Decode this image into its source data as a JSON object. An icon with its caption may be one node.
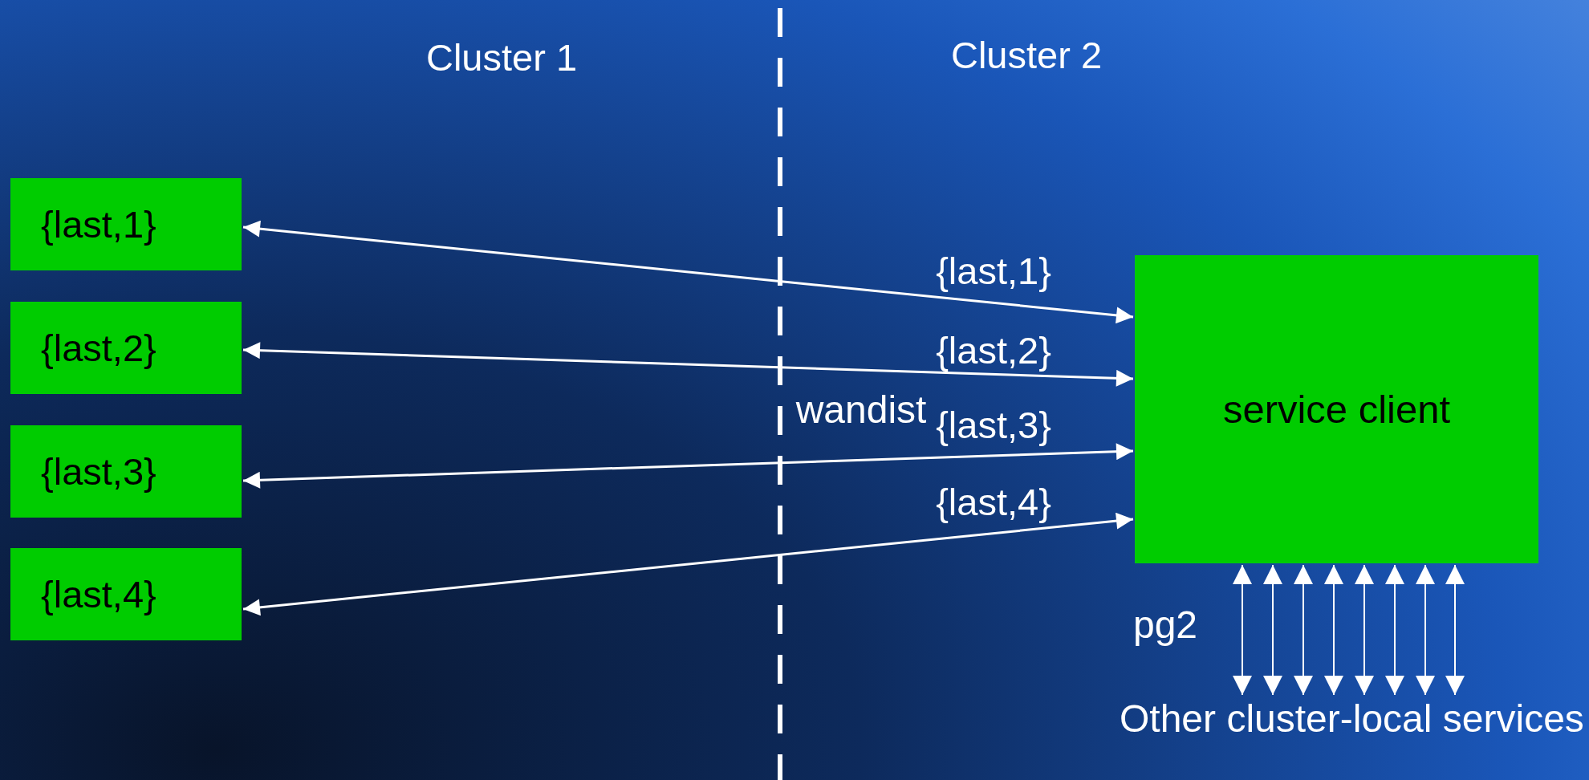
{
  "diagram": {
    "nodes": [
      {
        "text": [
          "{last,1}"
        ]
      },
      {
        "text": [
          "{last,2}"
        ]
      },
      {
        "text": [
          "{last,3}"
        ]
      },
      {
        "text": [
          "{last,4}"
        ]
      },
      {
        "text": [
          "service client"
        ]
      },
      {
        "text": [
          "Other cluster-local services"
        ]
      }
    ],
    "edges": [
      {
        "from": 0,
        "to": 4,
        "arrow": "both",
        "label": "{last,1}"
      },
      {
        "from": 1,
        "to": 4,
        "arrow": "both",
        "label": "{last,2}"
      },
      {
        "from": 2,
        "to": 4,
        "arrow": "both",
        "label": "{last,3}"
      },
      {
        "from": 3,
        "to": 4,
        "arrow": "both",
        "label": "{last,4}"
      },
      {
        "from": 4,
        "to": 5,
        "arrow": "both"
      },
      {
        "from": 4,
        "to": 5,
        "arrow": "both"
      },
      {
        "from": 4,
        "to": 5,
        "arrow": "both"
      },
      {
        "from": 4,
        "to": 5,
        "arrow": "both"
      },
      {
        "from": 4,
        "to": 5,
        "arrow": "both"
      },
      {
        "from": 4,
        "to": 5,
        "arrow": "both"
      },
      {
        "from": 4,
        "to": 5,
        "arrow": "both"
      },
      {
        "from": 4,
        "to": 5,
        "arrow": "both"
      }
    ],
    "labels": [
      "Cluster 1",
      "Cluster 2",
      "wandist",
      "pg2"
    ]
  }
}
